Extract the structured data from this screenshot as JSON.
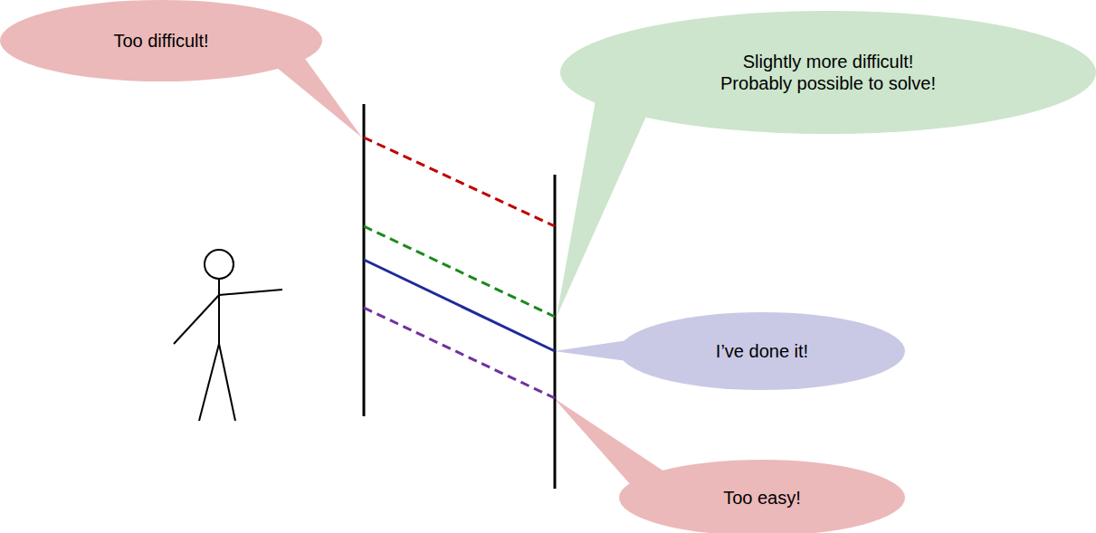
{
  "diagram": {
    "nodes": [
      {
        "text": [
          "Too difficult!"
        ]
      },
      {
        "text": [
          "Slightly more difficult! Probably possible to solve!"
        ]
      },
      {
        "text": [
          "I’ve done it!"
        ]
      },
      {
        "text": [
          "Too easy!"
        ]
      }
    ]
  }
}
